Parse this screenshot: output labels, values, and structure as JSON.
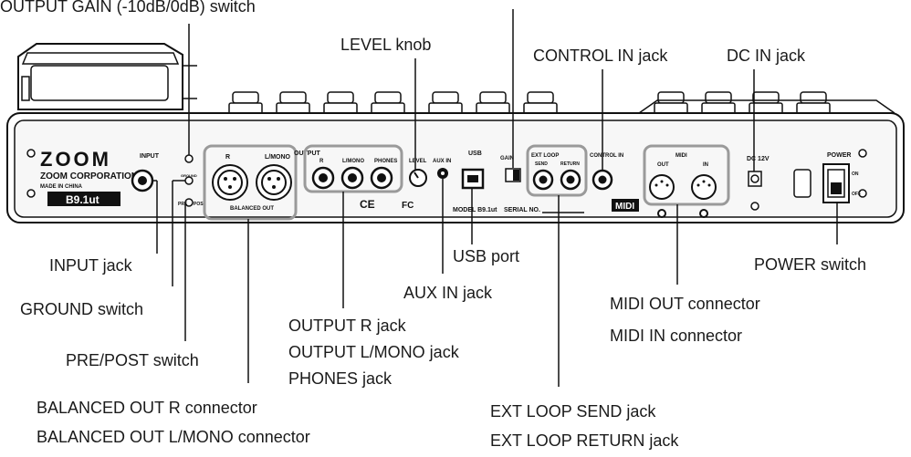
{
  "callouts": {
    "output_gain": "OUTPUT GAIN (-10dB/0dB) switch",
    "level_knob": "LEVEL knob",
    "control_in": "CONTROL IN jack",
    "dc_in": "DC IN jack",
    "input_jack": "INPUT jack",
    "ground_switch": "GROUND switch",
    "pre_post": "PRE/POST switch",
    "usb_port": "USB port",
    "aux_in": "AUX IN jack",
    "power_switch": "POWER switch",
    "output_r": "OUTPUT R jack",
    "output_lmono": "OUTPUT L/MONO jack",
    "phones": "PHONES jack",
    "midi_out": "MIDI OUT connector",
    "midi_in": "MIDI IN connector",
    "bal_r": "BALANCED OUT R connector",
    "bal_lmono": "BALANCED OUT L/MONO connector",
    "ext_send": "EXT LOOP SEND jack",
    "ext_return": "EXT LOOP RETURN jack"
  },
  "panel": {
    "brand": "ZOOM",
    "company": "ZOOM CORPORATION",
    "made_in": "MADE IN CHINA",
    "model_logo": "B9.1ut",
    "input": "INPUT",
    "output": "OUTPUT",
    "r": "R",
    "lmono": "L/MONO",
    "phones": "PHONES",
    "level": "LEVEL",
    "aux_in": "AUX IN",
    "usb": "USB",
    "gain": "GAIN",
    "ext_loop": "EXT LOOP",
    "send": "SEND",
    "return": "RETURN",
    "control_in": "CONTROL IN",
    "midi": "MIDI",
    "out": "OUT",
    "in": "IN",
    "dc": "DC 12V",
    "power": "POWER",
    "on": "ON",
    "off": "OFF",
    "balanced_out": "BALANCED OUT",
    "ground": "GROUND",
    "pre": "PRE",
    "post": "POST",
    "model_no": "MODEL B9.1ut",
    "serial": "SERIAL NO.",
    "ce": "CE",
    "fc": "FC",
    "midi_logo": "MIDI"
  },
  "colors": {
    "callout_box": "#9a9a9a",
    "ink": "#111111",
    "panel_bg": "#f7f7f7"
  }
}
